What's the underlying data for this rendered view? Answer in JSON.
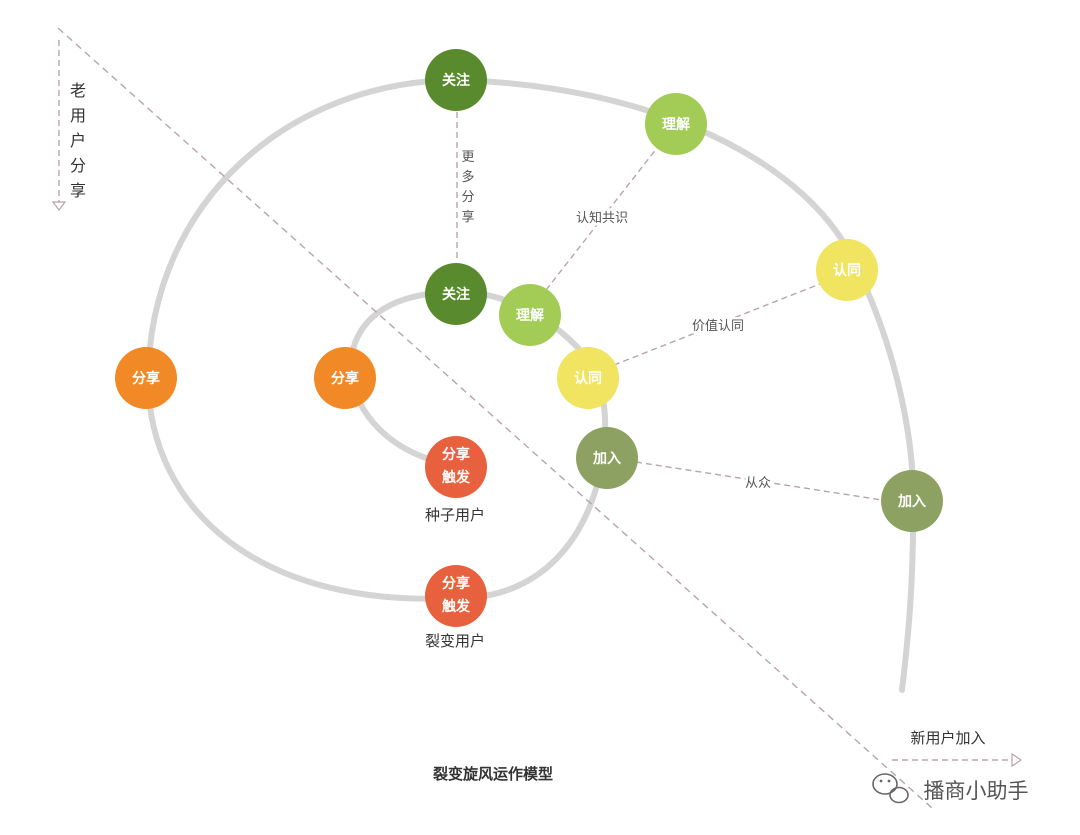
{
  "diagram": {
    "title": "裂变旋风运作模型",
    "old_user_label": "老用户分享",
    "new_user_label": "新用户加入",
    "more_share_label": "更多分享",
    "links": {
      "consensus": "认知共识",
      "value": "价值认同",
      "herd": "从众"
    },
    "seed_user_label": "种子用户",
    "fission_user_label": "裂变用户",
    "inner_nodes": {
      "trigger": "分享触发",
      "share": "分享",
      "follow": "关注",
      "understand": "理解",
      "agree": "认同",
      "join": "加入"
    },
    "outer_nodes": {
      "trigger": "分享触发",
      "share": "分享",
      "follow": "关注",
      "understand": "理解",
      "agree": "认同",
      "join": "加入"
    },
    "colors": {
      "trigger": "#e8613f",
      "share": "#f18a26",
      "follow": "#5a8a2e",
      "understand": "#a2cc56",
      "agree": "#f0e460",
      "join": "#8da162",
      "spiral": "#d4d4d4",
      "dashed": "#b9a3ad"
    }
  },
  "watermark": {
    "text": "播商小助手"
  }
}
